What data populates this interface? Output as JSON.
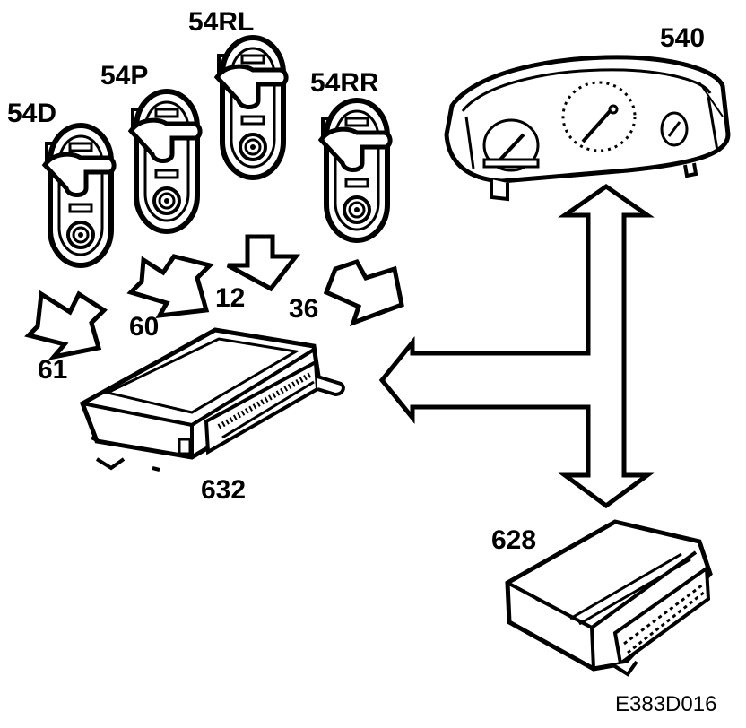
{
  "labels": {
    "switch_54d": "54D",
    "switch_54p": "54P",
    "switch_54rl": "54RL",
    "switch_54rr": "54RR",
    "instrument_540": "540",
    "module_632": "632",
    "module_628": "628",
    "arrow_61": "61",
    "arrow_60": "60",
    "arrow_12": "12",
    "arrow_36": "36"
  },
  "figure_code": "E383D016"
}
